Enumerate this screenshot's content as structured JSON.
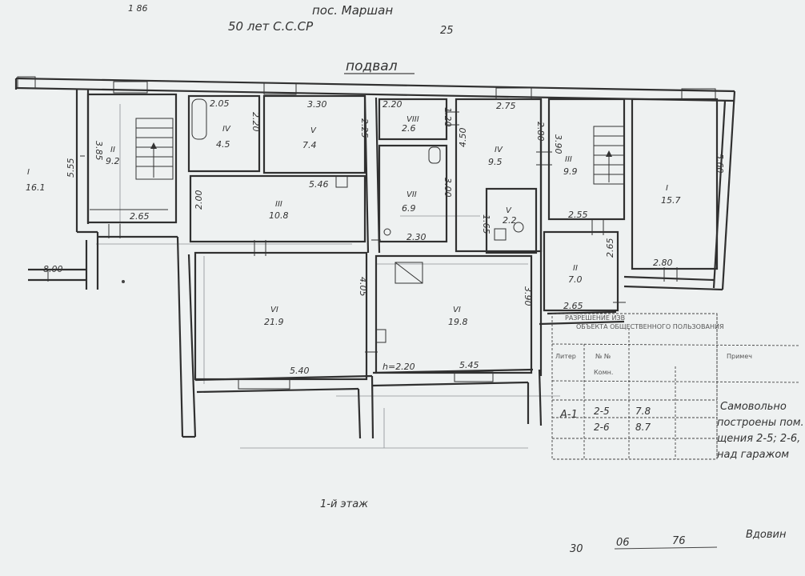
{
  "header": {
    "settlement": "пос. Маршан",
    "street": "50 лет С.С.СР",
    "house_number": "25",
    "corner_mark": "1 86"
  },
  "plan_title": "подвал",
  "rooms": [
    {
      "id": "left-outer",
      "num": "I",
      "area": "16.1"
    },
    {
      "id": "stair-left",
      "num": "II",
      "area": "9.2"
    },
    {
      "id": "bath",
      "num": "IV",
      "area": "4.5"
    },
    {
      "id": "room-v-top",
      "num": "V",
      "area": "7.4"
    },
    {
      "id": "room-iii-mid",
      "num": "III",
      "area": "10.8"
    },
    {
      "id": "room-viii",
      "num": "VIII",
      "area": "2.6"
    },
    {
      "id": "room-vii",
      "num": "VII",
      "area": "6.9"
    },
    {
      "id": "room-iv-right",
      "num": "IV",
      "area": "9.5"
    },
    {
      "id": "wc",
      "num": "V",
      "area": "2.2"
    },
    {
      "id": "stair-right",
      "num": "III",
      "area": "9.9"
    },
    {
      "id": "room-i-right",
      "num": "I",
      "area": "15.7"
    },
    {
      "id": "room-ii-right",
      "num": "II",
      "area": "7.0"
    },
    {
      "id": "room-vi",
      "num": "VI",
      "area": "21.9"
    },
    {
      "id": "room-vi-b",
      "num": "VI",
      "area": "19.8"
    }
  ],
  "dimensions": {
    "d_585": "5.55",
    "d_385": "3.85",
    "d_265": "2.65",
    "d_205": "2.05",
    "d_220a": "2.20",
    "d_330": "3.30",
    "d_225": "2.25",
    "d_546": "5.46",
    "d_200": "2.00",
    "d_220b": "2.20",
    "d_120": "1.20",
    "d_300": "3.00",
    "d_230": "2.30",
    "d_450": "4.50",
    "d_275": "2.75",
    "d_280a": "2.80",
    "d_165": "1.65",
    "d_390a": "3.90",
    "d_255": "2.55",
    "d_560": "5.60",
    "d_280b": "2.80",
    "d_265b": "2.65",
    "d_265c": "2.65",
    "d_800": "8.00",
    "d_405": "4.05",
    "d_540": "5.40",
    "d_h220": "h=2.20",
    "d_545": "5.45",
    "d_390b": "3.90"
  },
  "stamp_table": {
    "title_line1": "РАЗРЕШЕНИЕ ИЗВ",
    "title_line2": "ОБЪЕКТА ОБЩЕСТВЕННОГО ПОЛЬЗОВАНИЯ",
    "col_liter": "Литер",
    "col_num": "№ №",
    "col_rooms": "Комн.",
    "col_note": "Примеч",
    "row1_liter": "А-1",
    "row1_num": "2-5",
    "row1_area": "7.8",
    "row2_num": "2-6",
    "row2_area": "8.7",
    "remark_line1": "Самовольно",
    "remark_line2": "построены пом.",
    "remark_line3": "щения 2-5; 2-6,",
    "remark_line4": "над гаражом"
  },
  "footer": {
    "floor_label": "1-й этаж",
    "date_day": "30",
    "date_month": "06",
    "date_year": "76",
    "signature": "Вдовин"
  }
}
